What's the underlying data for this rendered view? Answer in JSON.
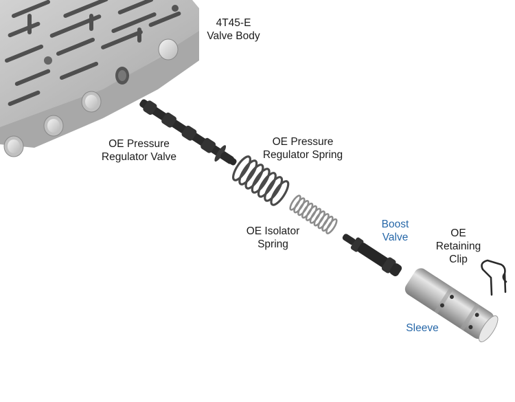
{
  "diagram": {
    "type": "exploded-parts-diagram",
    "colors": {
      "background": "#ffffff",
      "label_text": "#1a1a1a",
      "highlight_label": "#2667a8",
      "aluminum": "#b9b9b9",
      "aluminum_dark": "#8e8e8e",
      "black_part": "#2a2a2a"
    },
    "labels": {
      "valve_body": {
        "line1": "4T45-E",
        "line2": "Valve Body"
      },
      "pressure_regulator_valve": {
        "line1": "OE Pressure",
        "line2": "Regulator Valve"
      },
      "pressure_regulator_spring": {
        "line1": "OE Pressure",
        "line2": "Regulator Spring"
      },
      "isolator_spring": {
        "line1": "OE Isolator",
        "line2": "Spring"
      },
      "boost_valve": {
        "line1": "Boost",
        "line2": "Valve"
      },
      "retaining_clip": {
        "line1": "OE",
        "line2": "Retaining",
        "line3": "Clip"
      },
      "sleeve": {
        "line1": "Sleeve"
      }
    },
    "parts": [
      {
        "id": "valve-body",
        "color": "aluminum"
      },
      {
        "id": "pressure-regulator-valve",
        "color": "black"
      },
      {
        "id": "pressure-regulator-spring",
        "color": "dark-gray"
      },
      {
        "id": "isolator-spring",
        "color": "light-gray"
      },
      {
        "id": "boost-valve",
        "color": "black",
        "highlighted": true
      },
      {
        "id": "sleeve",
        "color": "aluminum",
        "highlighted": true
      },
      {
        "id": "retaining-clip",
        "color": "black"
      }
    ]
  }
}
